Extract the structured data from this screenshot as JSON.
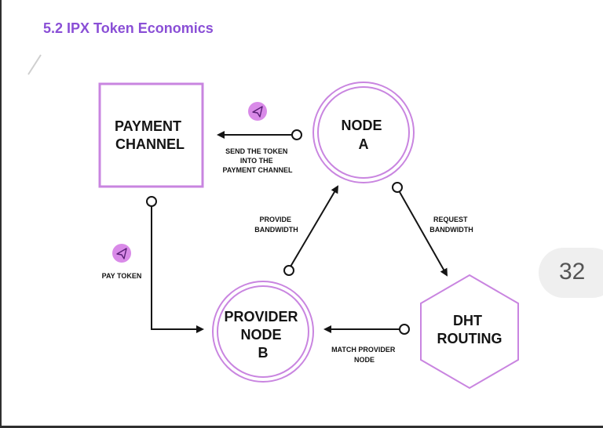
{
  "header": {
    "title": "5.2 IPX Token Economics"
  },
  "page": {
    "number": "32"
  },
  "colors": {
    "accent": "#8a4fd6",
    "node_stroke": "#c985e0",
    "token_fill": "#d98ae8"
  },
  "diagram": {
    "nodes": {
      "payment_channel": [
        "PAYMENT",
        "CHANNEL"
      ],
      "node_a": [
        "NODE",
        "A"
      ],
      "provider_node_b": [
        "PROVIDER",
        "NODE",
        "B"
      ],
      "dht_routing": [
        "DHT",
        "ROUTING"
      ]
    },
    "edges": {
      "send_token": [
        "SEND THE TOKEN",
        "INTO THE",
        "PAYMENT CHANNEL"
      ],
      "provide_bandwidth": [
        "PROVIDE",
        "BANDWIDTH"
      ],
      "request_bandwidth": [
        "REQUEST",
        "BANDWIDTH"
      ],
      "match_provider": [
        "MATCH PROVIDER",
        "NODE"
      ],
      "pay_token": [
        "PAY TOKEN"
      ]
    },
    "icons": [
      "send-token-icon",
      "send-token-icon"
    ]
  }
}
